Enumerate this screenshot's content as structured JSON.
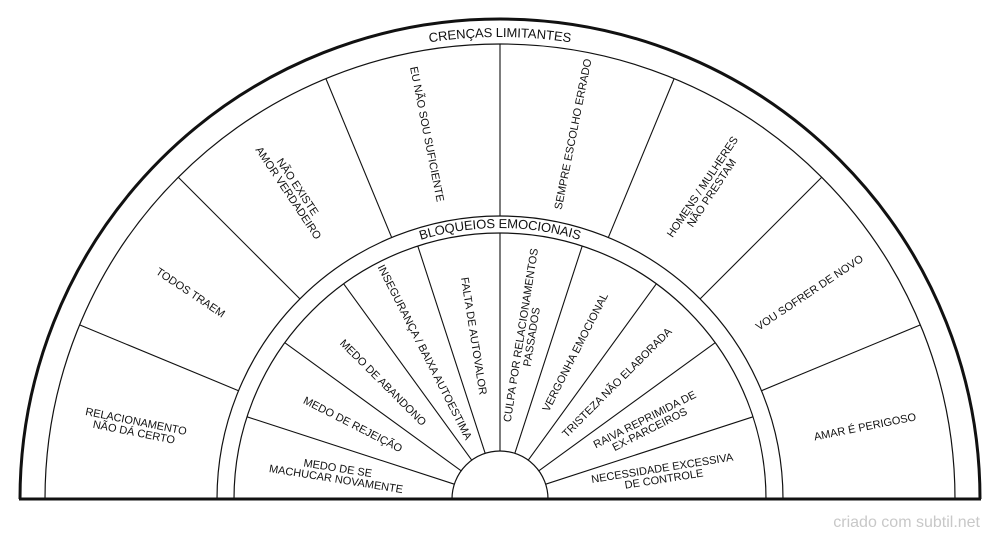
{
  "outer_ring": {
    "title": "CRENÇAS LIMITANTES",
    "segments": [
      {
        "lines": [
          "RELACIONAMENTO",
          "NÃO DÁ CERTO"
        ]
      },
      {
        "lines": [
          "TODOS TRAEM"
        ]
      },
      {
        "lines": [
          "NÃO EXISTE",
          "AMOR VERDADEIRO"
        ]
      },
      {
        "lines": [
          "EU NÃO SOU SUFICIENTE"
        ]
      },
      {
        "lines": [
          "SEMPRE ESCOLHO ERRADO"
        ]
      },
      {
        "lines": [
          "HOMENS / MULHERES",
          "NÃO PRESTAM"
        ]
      },
      {
        "lines": [
          "VOU SOFRER DE NOVO"
        ]
      },
      {
        "lines": [
          "AMAR É PERIGOSO"
        ]
      }
    ]
  },
  "inner_ring": {
    "title": "BLOQUEIOS EMOCIONAIS",
    "segments": [
      {
        "lines": [
          "MEDO DE SE",
          "MACHUCAR NOVAMENTE"
        ]
      },
      {
        "lines": [
          "MEDO DE REJEIÇÃO"
        ]
      },
      {
        "lines": [
          "MEDO DE ABANDONO"
        ]
      },
      {
        "lines": [
          "INSEGURANÇA / BAIXA AUTOESTIMA"
        ]
      },
      {
        "lines": [
          "FALTA DE AUTOVALOR"
        ]
      },
      {
        "lines": [
          "CULPA POR RELACIONAMENTOS",
          "PASSADOS"
        ]
      },
      {
        "lines": [
          "VERGONHA EMOCIONAL"
        ]
      },
      {
        "lines": [
          "TRISTEZA NÃO ELABORADA"
        ]
      },
      {
        "lines": [
          "RAIVA REPRIMIDA DE",
          "EX-PARCEIROS"
        ]
      },
      {
        "lines": [
          "NECESSIDADE EXCESSIVA",
          "DE CONTROLE"
        ]
      }
    ]
  },
  "footer": "criado com subtil.net"
}
